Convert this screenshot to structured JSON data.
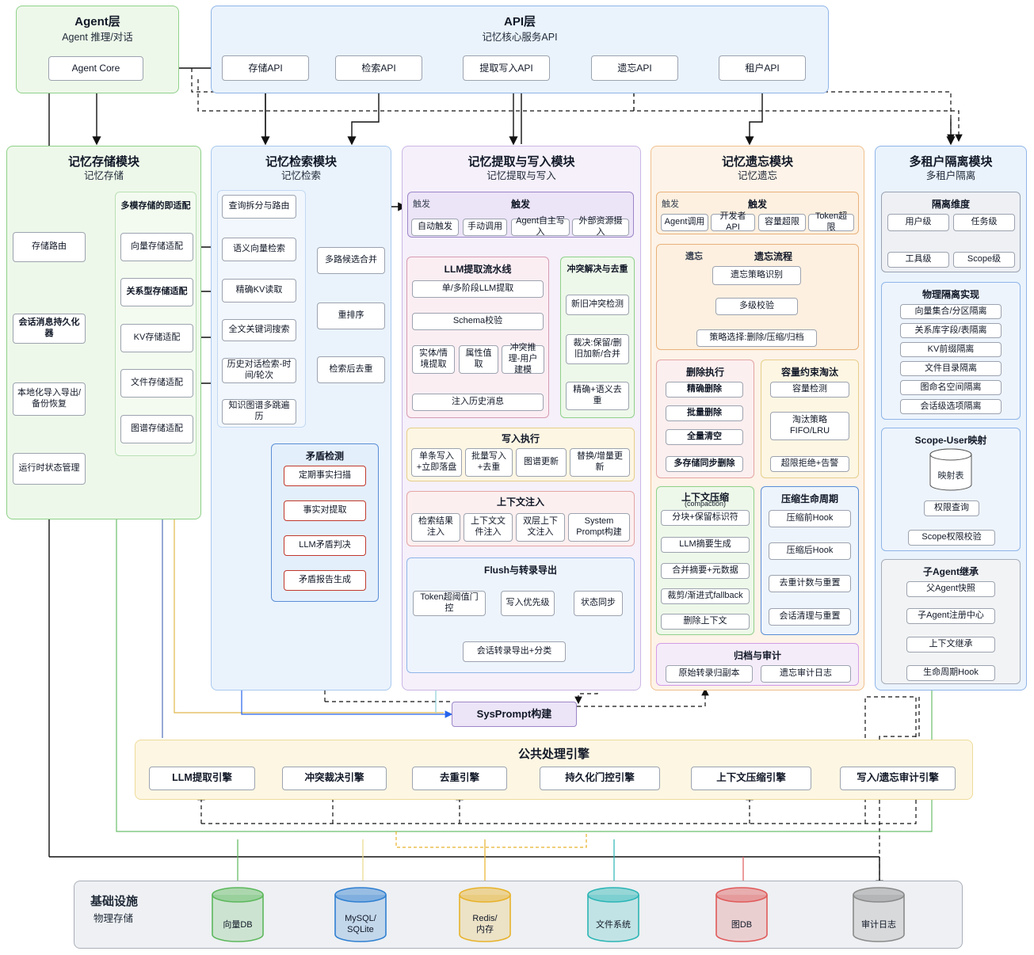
{
  "agent_layer": {
    "title": "Agent层",
    "subtitle": "Agent 推理/对话",
    "core": "Agent Core"
  },
  "api_layer": {
    "title": "API层",
    "subtitle": "记忆核心服务API",
    "apis": [
      "存储API",
      "检索API",
      "提取写入API",
      "遗忘API",
      "租户API"
    ]
  },
  "storage": {
    "title": "记忆存储模块",
    "subtitle": "记忆存储",
    "left_items": [
      "存储路由",
      "会话消息持久化器",
      "本地化导入导出/备份恢复",
      "运行时状态管理"
    ],
    "adapters_title": "多模存储的即适配",
    "adapters": [
      "向量存储适配",
      "关系型存储适配",
      "KV存储适配",
      "文件存储适配",
      "图谱存储适配"
    ]
  },
  "retrieval": {
    "title": "记忆检索模块",
    "subtitle": "记忆检索",
    "pipeline": [
      "查询拆分与路由",
      "语义向量检索",
      "精确KV读取",
      "全文关键词搜索",
      "历史对话检索-时间/轮次",
      "知识图谱多跳遍历"
    ],
    "right_pipeline": [
      "多路候选合并",
      "重排序",
      "检索后去重"
    ],
    "conflict_title": "矛盾检测",
    "conflict_items": [
      "定期事实扫描",
      "事实对提取",
      "LLM矛盾判决",
      "矛盾报告生成"
    ]
  },
  "extraction": {
    "title": "记忆提取与写入模块",
    "subtitle": "记忆提取与写入",
    "trigger_tag": "触发",
    "trigger_title": "触发",
    "triggers": [
      "自动触发",
      "手动调用",
      "Agent自主写入",
      "外部资源摄入"
    ],
    "llm_title": "LLM提取流水线",
    "llm_items": [
      "单/多阶段LLM提取",
      "Schema校验",
      "实体/情境提取",
      "属性值取",
      "冲突推理-用户建模",
      "注入历史消息"
    ],
    "conflict_title": "冲突解决与去重",
    "conflict_items": [
      "新旧冲突检测",
      "裁决:保留/删旧加新/合并",
      "精确+语义去重"
    ],
    "write_title": "写入执行",
    "write_items": [
      "单条写入+立即落盘",
      "批量写入+去重",
      "图谱更新",
      "替换/增量更新"
    ],
    "ctx_title": "上下文注入",
    "ctx_items": [
      "检索结果注入",
      "上下文文件注入",
      "双层上下文注入",
      "System Prompt构建"
    ],
    "flush_title": "Flush与转录导出",
    "flush_items": [
      "Token超阈值门控",
      "写入优先级",
      "状态同步",
      "会话转录导出+分类"
    ]
  },
  "forget": {
    "title": "记忆遗忘模块",
    "subtitle": "记忆遗忘",
    "trigger_tag": "触发",
    "trigger_title": "触发",
    "triggers": [
      "Agent调用",
      "开发者API",
      "容量超限",
      "Token超限"
    ],
    "decision_tag": "遗忘",
    "decision_title": "遗忘流程",
    "decision_items": [
      "遗忘策略识别",
      "多级校验",
      "策略选择:删除/压缩/归档"
    ],
    "exec_title": "删除执行",
    "exec_items": [
      "精确删除",
      "批量删除",
      "全量清空",
      "多存储同步删除"
    ],
    "cap_title": "容量约束淘汰",
    "cap_items": [
      "容量检测",
      "淘汰策略 FIFO/LRU",
      "超限拒绝+告警"
    ],
    "compress_title": "上下文压缩",
    "compress_sub": "(compaction)",
    "compress_items": [
      "分块+保留标识符",
      "LLM摘要生成",
      "合并摘要+元数据",
      "裁剪/渐进式fallback",
      "删除上下文"
    ],
    "life_title": "压缩生命周期",
    "life_items": [
      "压缩前Hook",
      "压缩后Hook",
      "去重计数与重置",
      "会话清理与重置"
    ],
    "archive_title": "归档与审计",
    "archive_items": [
      "原始转录归副本",
      "遗忘审计日志"
    ]
  },
  "tenant": {
    "title": "多租户隔离模块",
    "subtitle": "多租户隔离",
    "dims_title": "隔离维度",
    "dims": [
      "用户级",
      "任务级",
      "工具级",
      "Scope级"
    ],
    "physical_title": "物理隔离实现",
    "physical_items": [
      "向量集合/分区隔离",
      "关系库字段/表隔离",
      "KV前缀隔离",
      "文件目录隔离",
      "图命名空间隔离",
      "会话级选项隔离"
    ],
    "scope_title": "Scope-User映射",
    "scope_items": [
      "映射表",
      "权限查询",
      "Scope权限校验"
    ],
    "sub_title": "子Agent继承",
    "sub_items": [
      "父Agent快照",
      "子Agent注册中心",
      "上下文继承",
      "生命周期Hook"
    ]
  },
  "sysprompt": "SysPrompt构建",
  "engines": {
    "title": "公共处理引擎",
    "items": [
      "LLM提取引擎",
      "冲突裁决引擎",
      "去重引擎",
      "持久化门控引擎",
      "上下文压缩引擎",
      "写入/遗忘审计引擎"
    ]
  },
  "infra": {
    "title": "基础设施",
    "subtitle": "物理存储",
    "stores": [
      {
        "label": "向量DB",
        "color": "#5cb85c"
      },
      {
        "label": "MySQL/SQLite",
        "color": "#2f7fd1"
      },
      {
        "label": "Redis/内存",
        "color": "#e8b22a"
      },
      {
        "label": "文件系统",
        "color": "#2bb5b5"
      },
      {
        "label": "图DB",
        "color": "#e05a5a"
      },
      {
        "label": "审计日志",
        "color": "#8a8a8a"
      }
    ]
  }
}
